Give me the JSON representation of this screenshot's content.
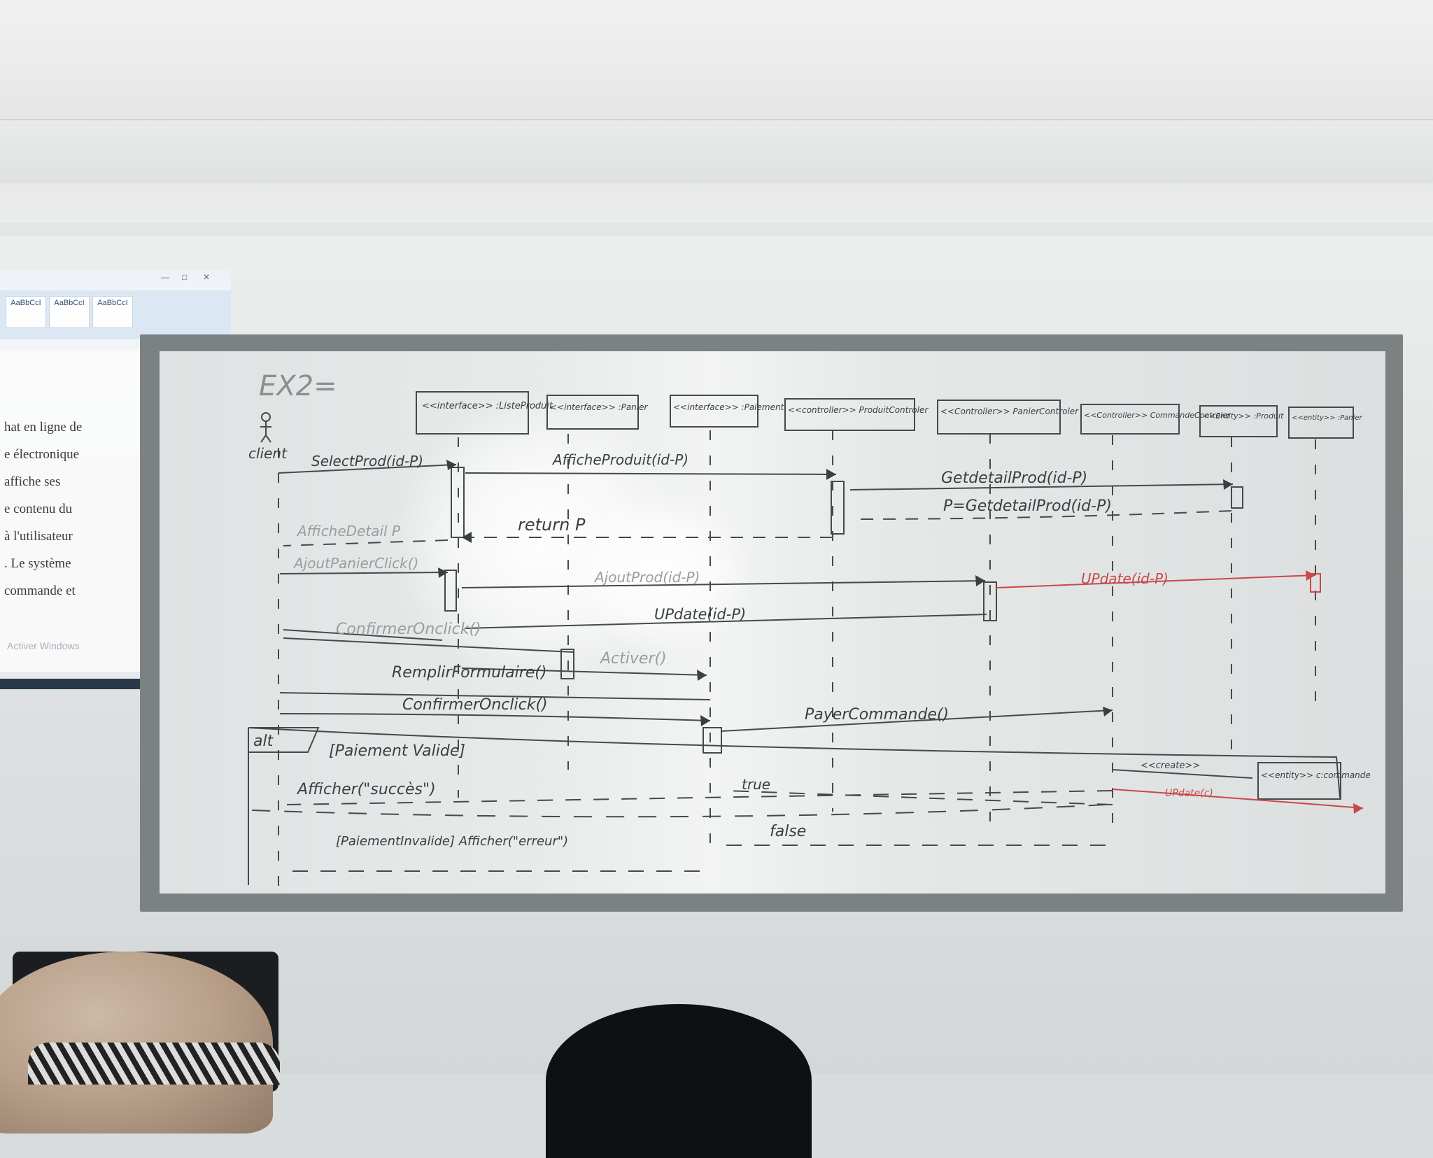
{
  "projection": {
    "ribbon_styles": [
      "AaBbCcI",
      "AaBbCcI",
      "AaBbCcI"
    ],
    "doc_lines": [
      "hat en ligne de",
      "e électronique",
      "affiche ses",
      "e contenu du",
      "à l'utilisateur",
      ". Le système",
      "commande et"
    ],
    "watermark": "Activer Windows"
  },
  "board": {
    "title": "EX2=",
    "actor": "client",
    "lifelines": [
      "<<interface>> :ListeProduit",
      "<<interface>> :Panier",
      "<<interface>> :Paiement",
      "<<controller>> ProduitControler",
      "<<Controller>> PanierControler",
      "<<Controller>> CommandeControler",
      "<<Entity>> :Produit",
      "<<entity>> :Panier"
    ],
    "messages": {
      "m1": "SelectProd(id-P)",
      "m2": "AfficheProduit(id-P)",
      "m3": "GetdetailProd(id-P)",
      "m4": "P=GetdetailProd(id-P)",
      "m5": "return P",
      "m6": "AfficheDetail P",
      "m7": "AjoutPanierClick()",
      "m8": "AjoutProd(id-P)",
      "m9": "UPdate(id-P)",
      "m10": "UPdate(id-P)",
      "m11": "ConfirmerOnclick()",
      "m12": "Activer()",
      "m13": "RemplirFormulaire()",
      "m14": "ConfirmerOnclick()",
      "m15": "PayerCommande()",
      "m16": "true",
      "m17": "Afficher(\"succès\")",
      "m18": "false",
      "m19": "[PaiementInvalide] Afficher(\"erreur\")"
    },
    "fragment": {
      "label": "alt",
      "guard": "[Paiement Valide]"
    },
    "entity_box": "<<entity>> c:commande",
    "create_label": "<<create>>",
    "update_label": "UPdate(c)"
  }
}
